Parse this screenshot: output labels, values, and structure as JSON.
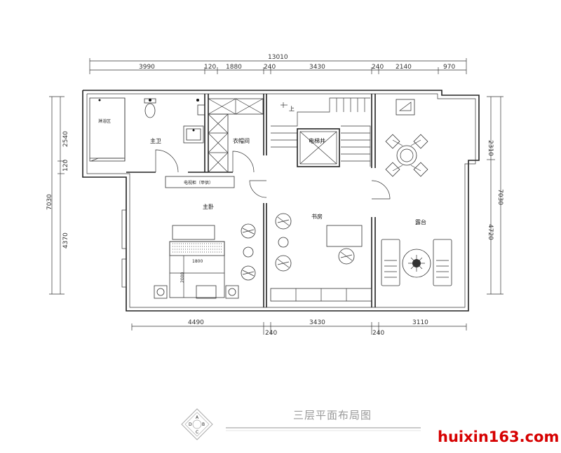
{
  "plan": {
    "title": "三层平面布局图",
    "top_total": "13010",
    "top_dims": [
      "3990",
      "120",
      "1880",
      "240",
      "3430",
      "240",
      "2140",
      "970"
    ],
    "bottom_dims": [
      "4490",
      "240",
      "3430",
      "240",
      "3110"
    ],
    "left_dims": [
      "2540",
      "120",
      "7030",
      "4370"
    ],
    "right_dims": [
      "2310",
      "7030",
      "4720"
    ],
    "rooms": {
      "master_bath": "主卫",
      "closet": "衣帽间",
      "elevator_shaft": "电梯井",
      "master_bedroom": "主卧",
      "study": "书房",
      "terrace": "露台",
      "tv_cabinet": "电视柜（甲供）",
      "stair_up": "上",
      "bed_width": "1800",
      "bed_length": "2000"
    },
    "compass": [
      "A",
      "B",
      "C",
      "D"
    ]
  },
  "watermark": "huixin163.com"
}
